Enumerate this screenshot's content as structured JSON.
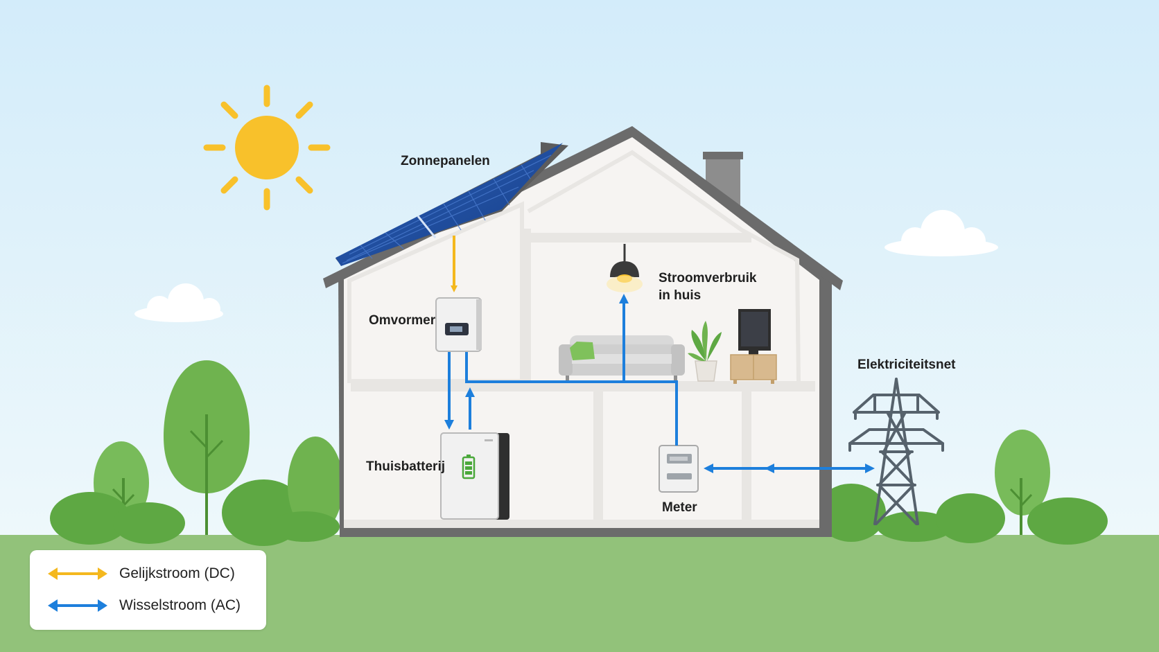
{
  "labels": {
    "solar_panels": "Zonnepanelen",
    "inverter": "Omvormer",
    "consumption_line1": "Stroomverbruik",
    "consumption_line2": "in huis",
    "battery": "Thuisbatterij",
    "meter": "Meter",
    "grid": "Elektriciteitsnet"
  },
  "legend": {
    "dc": "Gelijkstroom (DC)",
    "ac": "Wisselstroom (AC)"
  },
  "colors": {
    "dc": "#f4b81e",
    "ac": "#1d7fdc",
    "sky": "#dff1fb",
    "grass": "#92c27a",
    "sun": "#f8c12b"
  },
  "icons": [
    "sun-icon",
    "solar-panel-icon",
    "inverter-icon",
    "lamp-icon",
    "sofa-icon",
    "plant-icon",
    "tv-icon",
    "battery-icon",
    "meter-icon",
    "pylon-icon",
    "tree-icon",
    "cloud-icon"
  ]
}
